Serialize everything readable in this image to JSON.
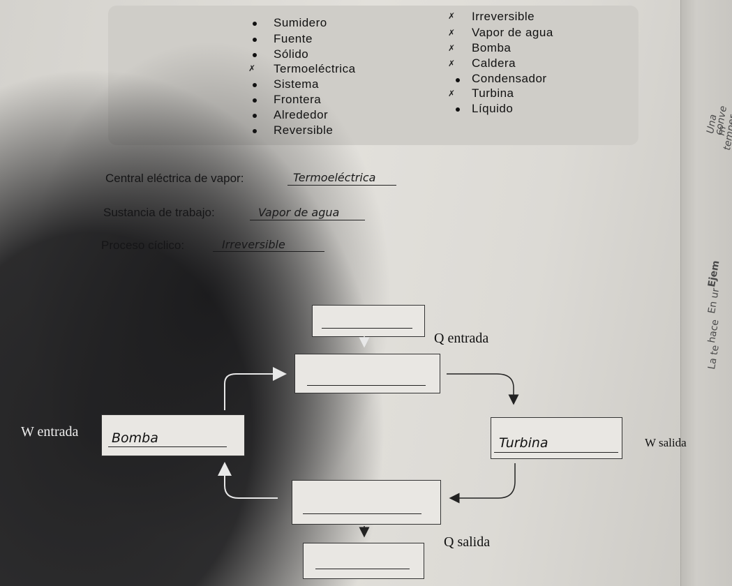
{
  "terms_left": [
    "Sumidero",
    "Fuente",
    "Sólido",
    "Termoeléctrica",
    "Sistema",
    "Frontera",
    "Alrededor",
    "Reversible"
  ],
  "terms_right": [
    "Irreversible",
    "Vapor de agua",
    "Bomba",
    "Caldera",
    "Condensador",
    "Turbina",
    "Líquido"
  ],
  "questions": {
    "q1_label": "Central eléctrica de vapor:",
    "q1_answer": "Termoeléctrica",
    "q2_label": "Sustancia de trabajo:",
    "q2_answer": "Vapor de agua",
    "q3_label": "Proceso cíclico:",
    "q3_answer": "Irreversible"
  },
  "diagram": {
    "q_entrada": "Q entrada",
    "q_salida": "Q salida",
    "w_entrada": "W entrada",
    "w_salida": "W salida",
    "left_box_answer": "Bomba",
    "right_box_answer": "Turbina"
  },
  "edge_text": {
    "line1": "Una m",
    "line2": "conve",
    "line3": "temper",
    "ejem": "Ejem",
    "en_ur": "En ur",
    "hace": "hace",
    "la_te": "La te"
  }
}
